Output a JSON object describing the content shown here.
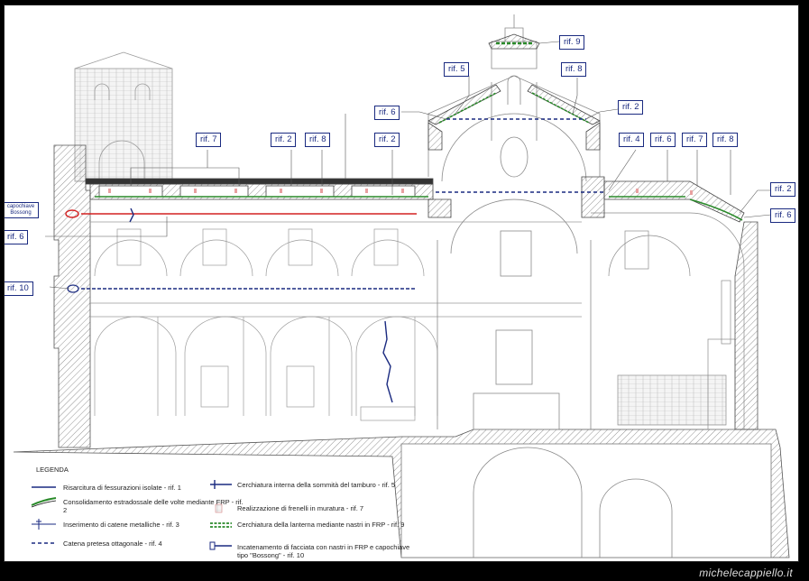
{
  "tags": {
    "rif9": "rif. 9",
    "rif5_dome": "rif. 5",
    "rif8_dome": "rif. 8",
    "rif6_dome": "rif. 6",
    "rif2_dome": "rif. 2",
    "rif7_a": "rif. 7",
    "rif2_a": "rif. 2",
    "rif8_a": "rif. 8",
    "rif2_b": "rif. 2",
    "rif4": "rif. 4",
    "rif6_r": "rif. 6",
    "rif7_r": "rif. 7",
    "rif8_r": "rif. 8",
    "rif2_far": "rif. 2",
    "rif6_far": "rif. 6",
    "rif6_left": "rif. 6",
    "rif10": "rif. 10",
    "capochiave": "capochiave Bossong"
  },
  "legend": {
    "title": "LEGENDA",
    "items": [
      {
        "text": "Risarcitura di fessurazioni isolate - rif. 1"
      },
      {
        "text": "Consolidamento estradossale delle volte mediante FRP - rif. 2"
      },
      {
        "text": "Inserimento di catene metalliche - rif. 3"
      },
      {
        "text": "Catena pretesa ottagonale - rif. 4"
      },
      {
        "text": "Cerchiatura interna della sommità del tamburo - rif. 5"
      },
      {
        "text": "Realizzazione di frenelli in muratura - rif. 7"
      },
      {
        "text": "Cerchiatura della lanterna mediante nastri in FRP - rif. 9"
      },
      {
        "text": "Incatenamento di facciata con nastri in FRP e capochiave tipo \"Bossong\" - rif. 10"
      }
    ]
  },
  "credit": "michelecappiello.it",
  "colors": {
    "blue": "#1a2a80",
    "red": "#d42020",
    "green": "#2a8a2a",
    "line": "#8a8a8a"
  }
}
